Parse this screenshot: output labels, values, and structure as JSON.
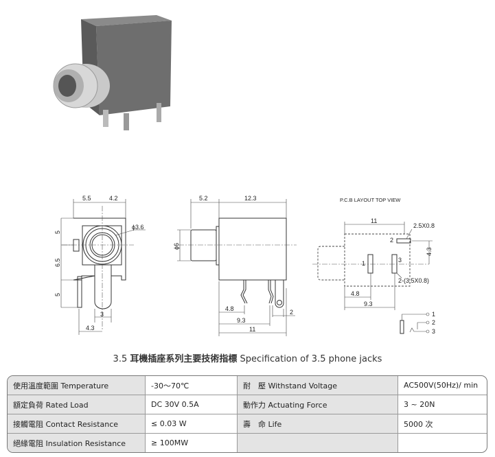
{
  "front_view": {
    "dim_w_left": "5.5",
    "dim_w_right": "4.2",
    "dim_hole": "ϕ3.6",
    "dim_h_top": "5",
    "dim_h_mid": "6.5",
    "dim_h_bot": "5",
    "dim_tab_w": "3",
    "dim_pin_offset": "4.3"
  },
  "side_view": {
    "dim_barrel": "5.2",
    "dim_body": "12.3",
    "dim_dia": "ϕ6",
    "dim_pin1": "4.8",
    "dim_pin2": "9.3",
    "dim_total": "11",
    "dim_tab": "2"
  },
  "pcb_layout": {
    "title": "P.C.B LAYOUT    TOP VIEW",
    "dim_len": "11",
    "pad2_size": "2.5X0.8",
    "pad_label_1": "1",
    "pad_label_2": "2",
    "pad_label_3": "3",
    "dim_offset": "4.3",
    "pads_size": "2-(3.5X0.8)",
    "dim_pad1": "4.8",
    "dim_pad3": "9.3",
    "schematic_pins": [
      "1",
      "2",
      "3"
    ]
  },
  "title": {
    "num": "3.5",
    "zh": "耳機插座系列主要技術指標",
    "en": "Specification of 3.5 phone jacks"
  },
  "spec_table": [
    [
      "使用溫度範圍 Temperature",
      "-30～70℃",
      "耐　壓 Withstand Voltage",
      "AC500V(50Hz)/ min"
    ],
    [
      "額定負荷  Rated Load",
      "DC  30V  0.5A",
      "動作力 Actuating Force",
      "3 ~ 20N"
    ],
    [
      "接觸電阻  Contact Resistance",
      "≤ 0.03 W",
      "壽　命 Life",
      "5000 次"
    ],
    [
      "絕緣電阻  Insulation Resistance",
      "≥ 100MW",
      "",
      ""
    ]
  ]
}
